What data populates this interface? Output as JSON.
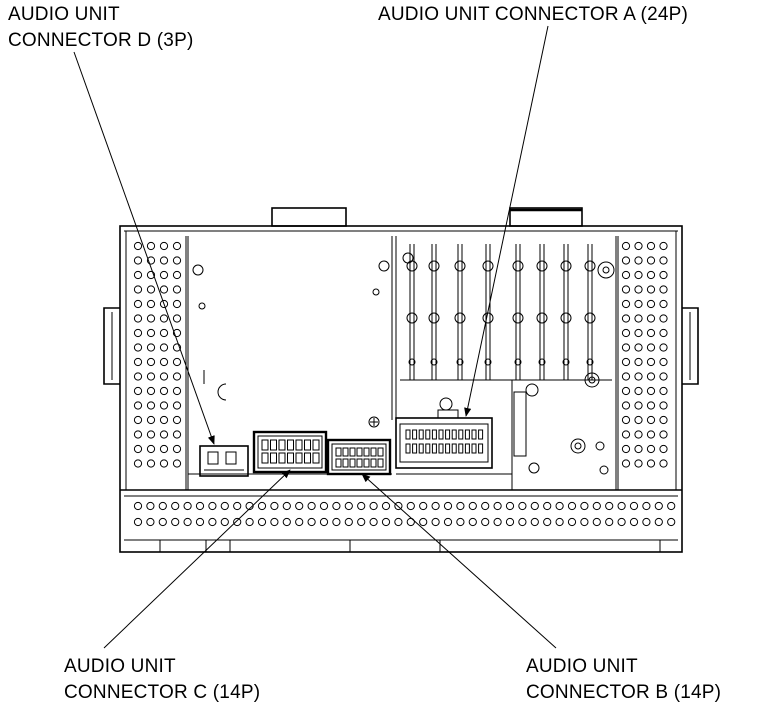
{
  "labels": {
    "connector_d": {
      "line1": "AUDIO UNIT",
      "line2": "CONNECTOR D (3P)"
    },
    "connector_a": {
      "line1": "AUDIO UNIT CONNECTOR A (24P)"
    },
    "connector_c": {
      "line1": "AUDIO UNIT",
      "line2": "CONNECTOR C (14P)"
    },
    "connector_b": {
      "line1": "AUDIO UNIT",
      "line2": "CONNECTOR B (14P)"
    }
  },
  "colors": {
    "ink": "#000000",
    "paper": "#ffffff"
  }
}
